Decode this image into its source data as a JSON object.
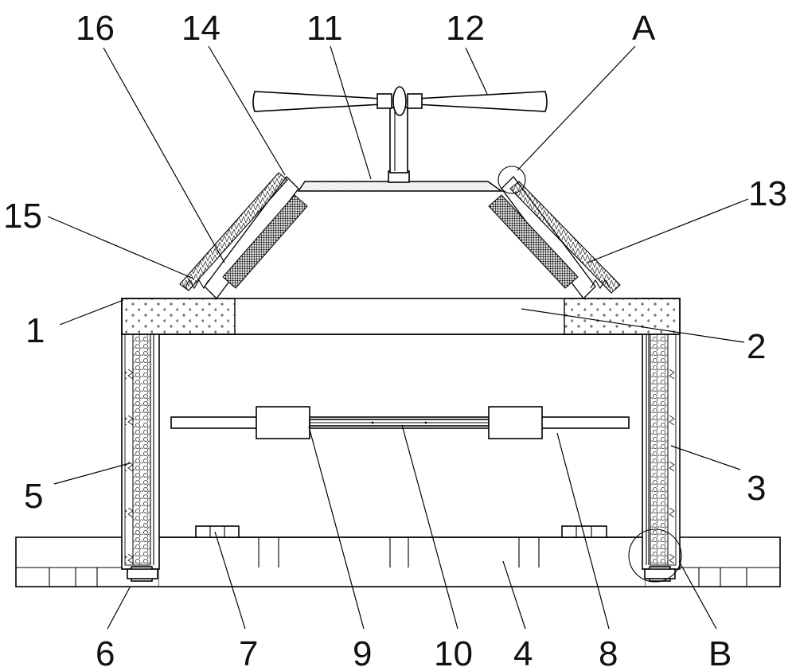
{
  "figure": {
    "labels": {
      "l1": "1",
      "l2": "2",
      "l3": "3",
      "l4": "4",
      "l5": "5",
      "l6": "6",
      "l7": "7",
      "l8": "8",
      "l9": "9",
      "l10": "10",
      "l11": "11",
      "l12": "12",
      "l13": "13",
      "l14": "14",
      "l15": "15",
      "l16": "16",
      "lA": "A",
      "lB": "B"
    }
  }
}
